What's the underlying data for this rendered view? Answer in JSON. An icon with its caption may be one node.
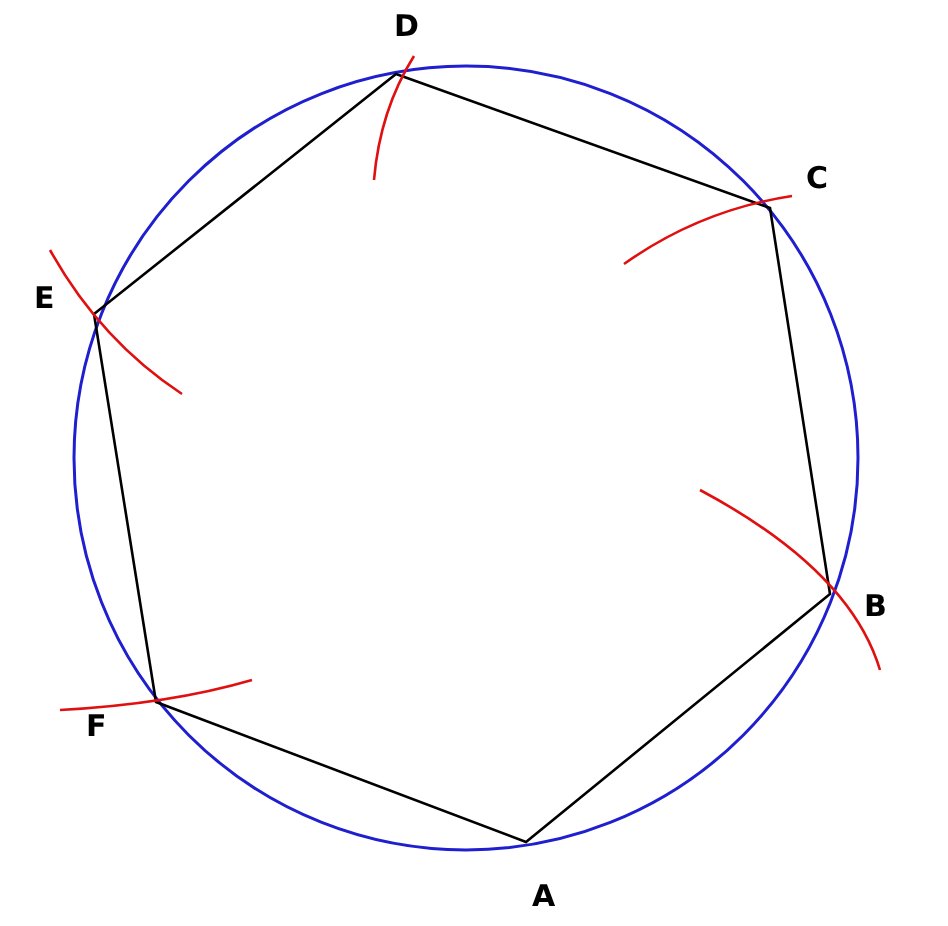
{
  "diagram": {
    "labels": [
      "D",
      "C",
      "E",
      "B",
      "F",
      "A"
    ]
  }
}
